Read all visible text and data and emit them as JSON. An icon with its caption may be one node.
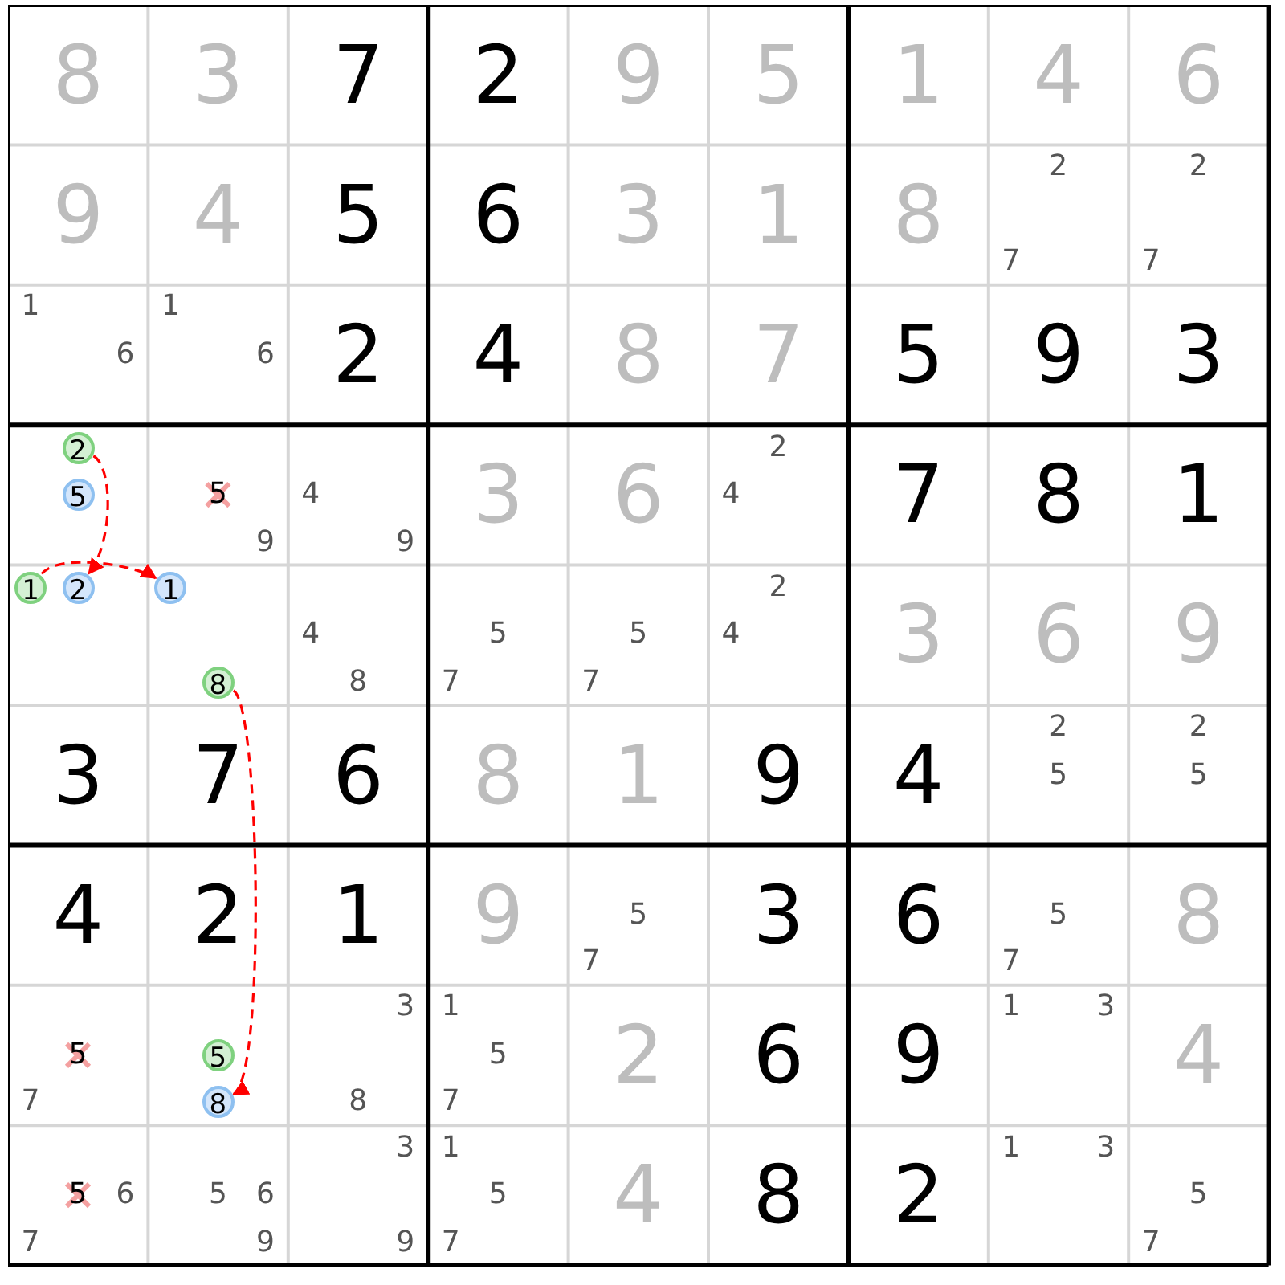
{
  "diagram": {
    "nodes": [
      {
        "text": [
          "2"
        ]
      },
      {
        "text": [
          "5"
        ]
      },
      {
        "text": [
          "1"
        ]
      },
      {
        "text": [
          "2"
        ]
      },
      {
        "text": [
          "1"
        ]
      },
      {
        "text": [
          "8"
        ]
      },
      {
        "text": [
          "5"
        ]
      },
      {
        "text": [
          "8"
        ]
      }
    ],
    "edges": [
      {
        "from": 0,
        "to": 3,
        "arrow": "to",
        "style": "dashed"
      },
      {
        "from": 2,
        "to": 4,
        "arrow": "to",
        "style": "dashed"
      },
      {
        "from": 5,
        "to": 7,
        "arrow": "to",
        "style": "dashed"
      }
    ],
    "labels": [
      "8",
      "3",
      "7",
      "2",
      "9",
      "5",
      "1",
      "4",
      "6",
      "9",
      "4",
      "5",
      "6",
      "3",
      "1",
      "8",
      "2",
      "7",
      "2",
      "7",
      "1",
      "6",
      "1",
      "6",
      "2",
      "4",
      "8",
      "7",
      "5",
      "9",
      "3",
      "5",
      "9",
      "4",
      "9",
      "3",
      "6",
      "2",
      "4",
      "7",
      "8",
      "1",
      "4",
      "8",
      "5",
      "7",
      "5",
      "7",
      "2",
      "4",
      "3",
      "6",
      "9",
      "3",
      "7",
      "6",
      "8",
      "1",
      "9",
      "4",
      "2",
      "5",
      "2",
      "5",
      "4",
      "2",
      "1",
      "9",
      "5",
      "7",
      "3",
      "6",
      "5",
      "7",
      "8",
      "5",
      "7",
      "3",
      "8",
      "1",
      "5",
      "7",
      "2",
      "6",
      "9",
      "1",
      "3",
      "4",
      "5",
      "6",
      "7",
      "5",
      "6",
      "9",
      "3",
      "9",
      "1",
      "5",
      "7",
      "4",
      "8",
      "2",
      "1",
      "3",
      "5",
      "7"
    ]
  }
}
